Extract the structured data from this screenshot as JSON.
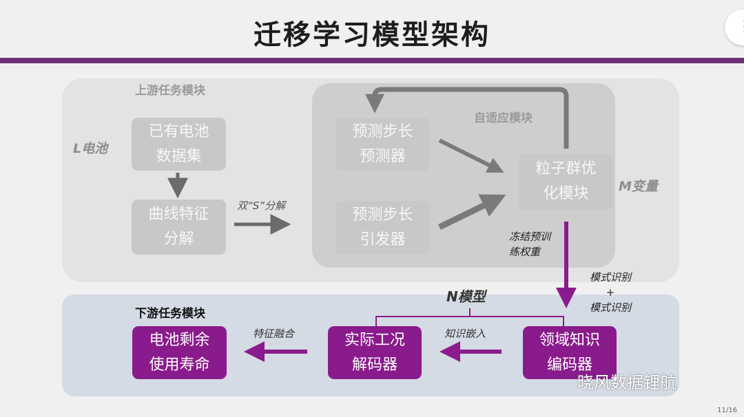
{
  "slide": {
    "title": "迁移学习模型架构",
    "page": "11/16",
    "menu_glyph": "⋮"
  },
  "upstream": {
    "label": "上游任务模块",
    "side_label": "L电池",
    "box_dataset": "已有电池\n数据集",
    "box_curve": "曲线特征\n分解",
    "arrow_label": "双“S”分解"
  },
  "adaptive": {
    "label": "自适应模块",
    "box_predictor": "预测步长\n预测器",
    "box_trigger": "预测步长\n引发器",
    "box_pso": "粒子群优\n化模块",
    "side_label": "M变量",
    "freeze_label": "冻结预训\n练权重",
    "mode_label": "模式识别\n+\n模式识别"
  },
  "downstream": {
    "label": "下游任务模块",
    "n_model": "N模型",
    "box_encoder": "领域知识\n编码器",
    "box_decoder": "实际工况\n解码器",
    "box_rul": "电池剩余\n使用寿命",
    "embed_label": "知识嵌入",
    "fusion_label": "特征融合"
  },
  "watermark": "晓风数据锂航",
  "colors": {
    "purple": "#8a1b8c",
    "rule": "#6e2f78",
    "grey_arrow": "#7b7a7b",
    "arrow_dark": "#6c6b6c"
  }
}
